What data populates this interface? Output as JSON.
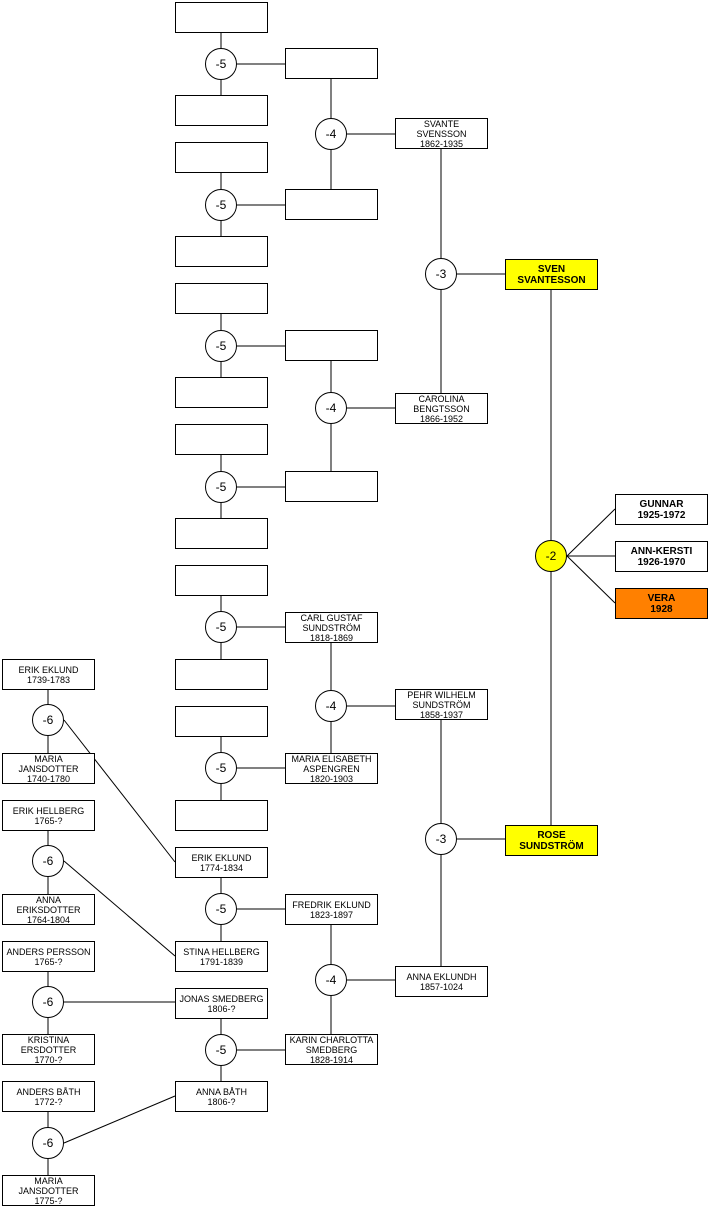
{
  "people": [
    {
      "id": "p1",
      "lines": []
    },
    {
      "id": "p2",
      "lines": []
    },
    {
      "id": "p3",
      "lines": []
    },
    {
      "id": "p4",
      "lines": []
    },
    {
      "id": "p5",
      "lines": []
    },
    {
      "id": "p6",
      "lines": []
    },
    {
      "id": "p7",
      "lines": []
    },
    {
      "id": "p8",
      "lines": []
    },
    {
      "id": "p9",
      "lines": []
    },
    {
      "id": "p10",
      "lines": []
    },
    {
      "id": "p11",
      "lines": []
    },
    {
      "id": "p12",
      "lines": []
    },
    {
      "id": "p13",
      "lines": []
    },
    {
      "id": "p14",
      "lines": []
    },
    {
      "id": "p15",
      "lines": []
    },
    {
      "id": "p16",
      "lines": []
    },
    {
      "id": "p17",
      "lines": []
    },
    {
      "id": "p18",
      "lines": []
    },
    {
      "id": "p19",
      "lines": []
    },
    {
      "id": "p20",
      "lines": []
    },
    {
      "id": "svante",
      "lines": [
        "SVANTE",
        "SVENSSON",
        "1862-1935"
      ]
    },
    {
      "id": "carolina",
      "lines": [
        "CAROLINA",
        "BENGTSSON",
        "1866-1952"
      ]
    },
    {
      "id": "sven",
      "lines": [
        "SVEN",
        "SVANTESSON"
      ],
      "highlight": "yellow"
    },
    {
      "id": "gunnar",
      "lines": [
        "GUNNAR",
        "1925-1972"
      ]
    },
    {
      "id": "annkersti",
      "lines": [
        "ANN-KERSTI",
        "1926-1970"
      ]
    },
    {
      "id": "vera",
      "lines": [
        "VERA",
        "1928"
      ],
      "highlight": "orange"
    },
    {
      "id": "carlgustaf",
      "lines": [
        "CARL GUSTAF",
        "SUNDSTRÖM",
        "1818-1869"
      ]
    },
    {
      "id": "mariaelisabeth",
      "lines": [
        "MARIA ELISABETH",
        "ASPENGREN",
        "1820-1903"
      ]
    },
    {
      "id": "pehrwilhelm",
      "lines": [
        "PEHR WILHELM",
        "SUNDSTRÖM",
        "1858-1937"
      ]
    },
    {
      "id": "rose",
      "lines": [
        "ROSE",
        "SUNDSTRÖM"
      ],
      "highlight": "yellow"
    },
    {
      "id": "erikeklund1739",
      "lines": [
        "ERIK EKLUND",
        "1739-1783"
      ]
    },
    {
      "id": "mariajansdotter1740",
      "lines": [
        "MARIA",
        "JANSDOTTER",
        "1740-1780"
      ]
    },
    {
      "id": "erikhellberg",
      "lines": [
        "ERIK HELLBERG",
        "1765-?"
      ]
    },
    {
      "id": "annaeriksdotter",
      "lines": [
        "ANNA",
        "ERIKSDOTTER",
        "1764-1804"
      ]
    },
    {
      "id": "anderspersson",
      "lines": [
        "ANDERS PERSSON",
        "1765-?"
      ]
    },
    {
      "id": "kristina",
      "lines": [
        "KRISTINA",
        "ERSDOTTER",
        "1770-?"
      ]
    },
    {
      "id": "andersbath",
      "lines": [
        "ANDERS BÅTH",
        "1772-?"
      ]
    },
    {
      "id": "mariajansdotter1775",
      "lines": [
        "MARIA",
        "JANSDOTTER",
        "1775-?"
      ]
    },
    {
      "id": "erikeklund1774",
      "lines": [
        "ERIK EKLUND",
        "1774-1834"
      ]
    },
    {
      "id": "stinahellberg",
      "lines": [
        "STINA HELLBERG",
        "1791-1839"
      ]
    },
    {
      "id": "jonassmedberg",
      "lines": [
        "JONAS SMEDBERG",
        "1806-?"
      ]
    },
    {
      "id": "annabath",
      "lines": [
        "ANNA BÅTH",
        "1806-?"
      ]
    },
    {
      "id": "fredrikeklund",
      "lines": [
        "FREDRIK EKLUND",
        "1823-1897"
      ]
    },
    {
      "id": "karincharlotta",
      "lines": [
        "KARIN CHARLOTTA",
        "SMEDBERG",
        "1828-1914"
      ]
    },
    {
      "id": "annaeklundh",
      "lines": [
        "ANNA EKLUNDH",
        "1857-1024"
      ]
    }
  ],
  "nodes": [
    {
      "id": "n1",
      "label": "-5"
    },
    {
      "id": "n2",
      "label": "-5"
    },
    {
      "id": "n3",
      "label": "-5"
    },
    {
      "id": "n4",
      "label": "-5"
    },
    {
      "id": "n5",
      "label": "-5"
    },
    {
      "id": "n6",
      "label": "-5"
    },
    {
      "id": "n7",
      "label": "-5"
    },
    {
      "id": "n8",
      "label": "-5"
    },
    {
      "id": "n9",
      "label": "-4"
    },
    {
      "id": "n10",
      "label": "-4"
    },
    {
      "id": "n11",
      "label": "-4"
    },
    {
      "id": "n12",
      "label": "-3"
    },
    {
      "id": "n13",
      "label": "-3"
    },
    {
      "id": "n14",
      "label": "-2",
      "highlight": "yellow"
    },
    {
      "id": "n15",
      "label": "-6"
    },
    {
      "id": "n16",
      "label": "-6"
    },
    {
      "id": "n17",
      "label": "-6"
    },
    {
      "id": "n18",
      "label": "-6"
    },
    {
      "id": "n19",
      "label": "-5"
    },
    {
      "id": "n20",
      "label": "-4"
    }
  ]
}
